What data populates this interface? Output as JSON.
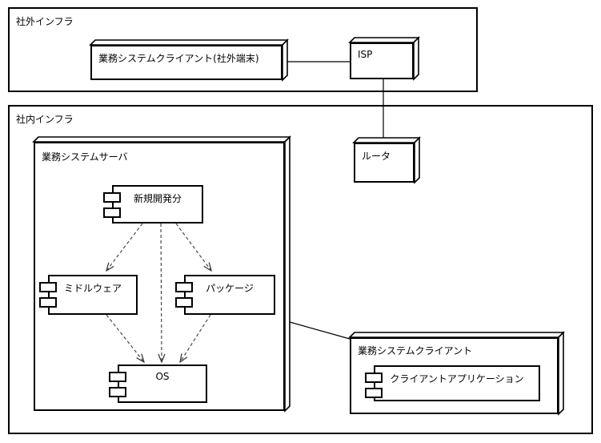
{
  "zones": {
    "external": {
      "label": "社外インフラ"
    },
    "internal": {
      "label": "社内インフラ"
    }
  },
  "nodes": {
    "external_client": {
      "label": "業務システムクライアント(社外端末)"
    },
    "isp": {
      "label": "ISP"
    },
    "router": {
      "label": "ルータ"
    },
    "server": {
      "label": "業務システムサーバ"
    },
    "internal_client": {
      "label": "業務システムクライアント"
    }
  },
  "components": {
    "new_development": {
      "label": "新規開発分"
    },
    "middleware": {
      "label": "ミドルウェア"
    },
    "package": {
      "label": "パッケージ"
    },
    "os": {
      "label": "OS"
    },
    "client_app": {
      "label": "クライアントアプリケーション"
    }
  },
  "relations": [
    {
      "from": "業務システムクライアント(社外端末)",
      "to": "ISP",
      "style": "solid"
    },
    {
      "from": "ISP",
      "to": "ルータ",
      "style": "solid"
    },
    {
      "from": "業務システムサーバ",
      "to": "業務システムクライアント",
      "style": "solid"
    },
    {
      "from": "新規開発分",
      "to": "ミドルウェア",
      "style": "dashed-arrow"
    },
    {
      "from": "新規開発分",
      "to": "OS",
      "style": "dashed-arrow"
    },
    {
      "from": "新規開発分",
      "to": "パッケージ",
      "style": "dashed-arrow"
    },
    {
      "from": "ミドルウェア",
      "to": "OS",
      "style": "dashed-arrow"
    },
    {
      "from": "パッケージ",
      "to": "OS",
      "style": "dashed-arrow"
    }
  ],
  "colors": {
    "line": "#000000",
    "dashed_line": "#3a3a3a",
    "background": "#ffffff"
  }
}
